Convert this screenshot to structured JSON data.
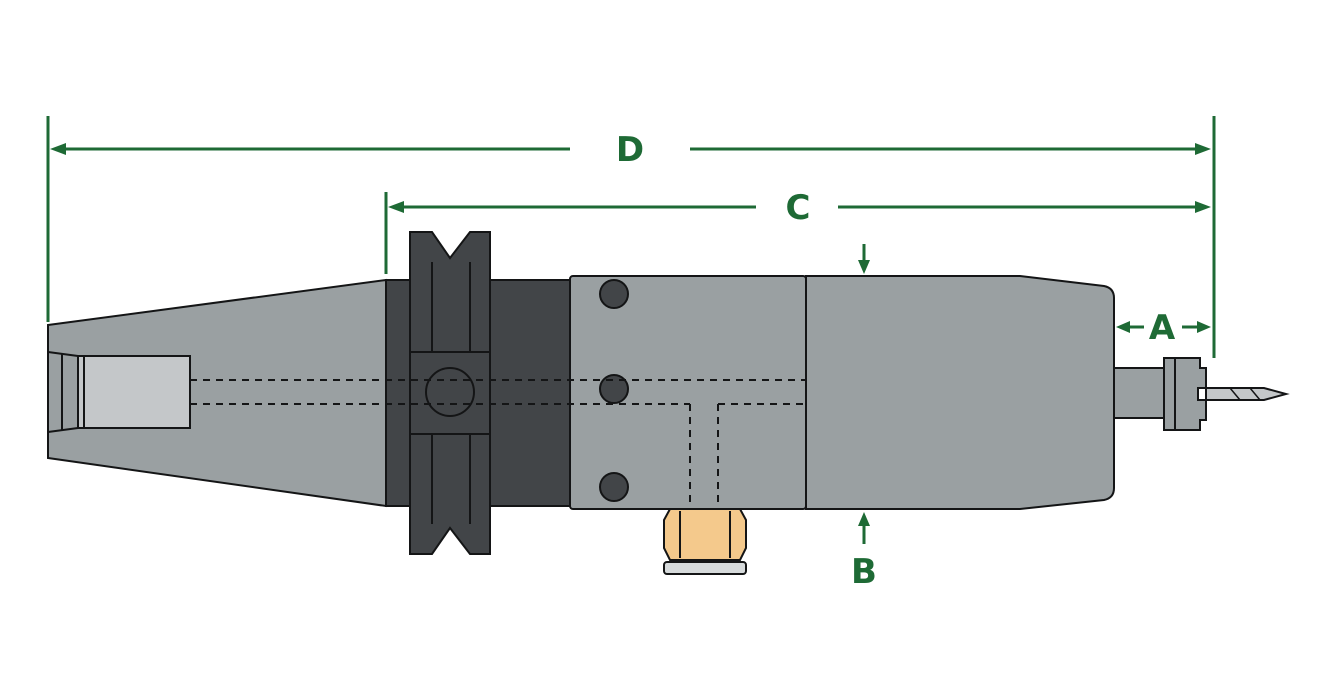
{
  "colors": {
    "dimension": "#1e6a35",
    "body_light": "#9aa0a2",
    "body_dark": "#424548",
    "outline": "#141516",
    "bore": "#c4c7c9",
    "fitting_brass": "#f4c98c",
    "fitting_base": "#d6dadb"
  },
  "dimensions": {
    "a": "A",
    "b": "B",
    "c": "C",
    "d": "D"
  }
}
